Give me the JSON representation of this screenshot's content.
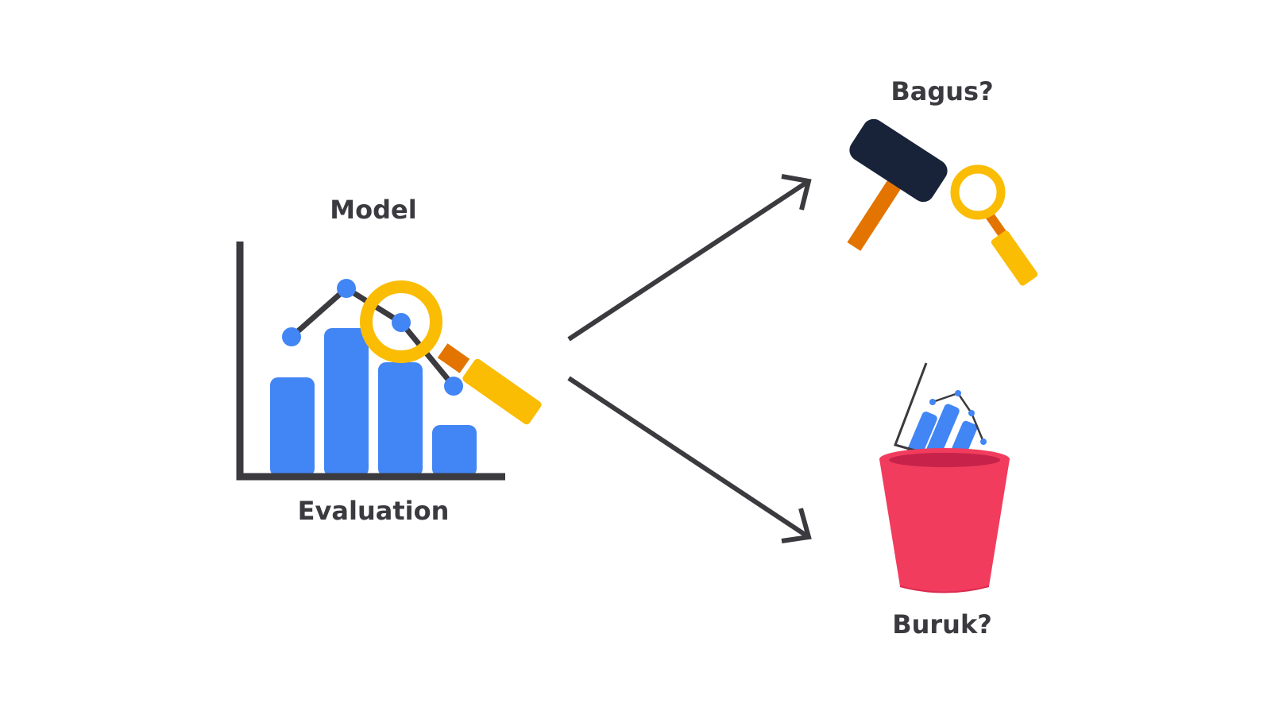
{
  "labels": {
    "model": "Model",
    "evaluation": "Evaluation",
    "good": "Bagus?",
    "bad": "Buruk?"
  },
  "icons": {
    "left": "chart-with-magnifier-icon",
    "top_right": "hammer-and-magnifier-icon",
    "bottom_right": "trash-bin-with-chart-icon",
    "arrows": [
      "arrow-up-right-icon",
      "arrow-down-right-icon"
    ]
  },
  "colors": {
    "text": "#3a3a3f",
    "chart_blue": "#4285f4",
    "magnifier_yellow": "#fbbc04",
    "handle_orange": "#e37400",
    "hammer_head": "#18233a",
    "bin_red": "#f23c5e",
    "axis": "#3a3a3f"
  }
}
